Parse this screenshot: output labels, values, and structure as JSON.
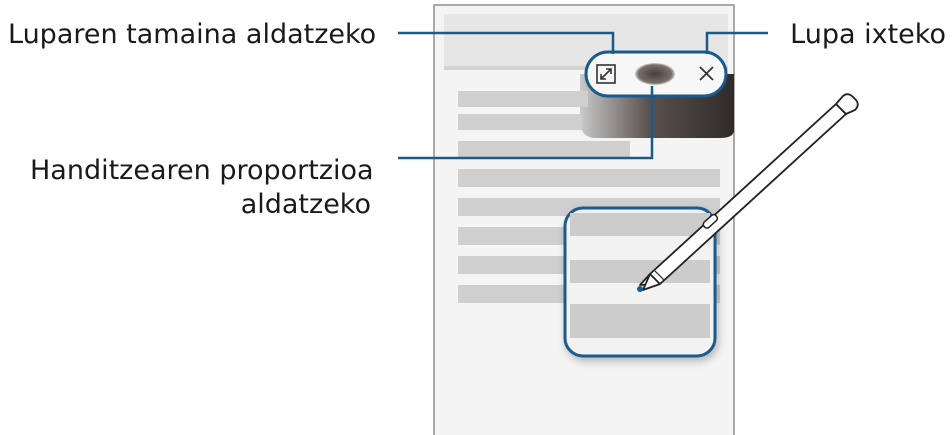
{
  "labels": {
    "resize": "Luparen tamaina aldatzeko",
    "close": "Lupa ixteko",
    "zoom_line1": "Handitzearen proportzioa",
    "zoom_line2": "aldatzeko"
  },
  "icons": {
    "resize": "expand-arrows-icon",
    "close": "close-icon",
    "pen": "s-pen-stylus-icon"
  },
  "colors": {
    "accent": "#1a5b8c",
    "line": "#1a5b8c",
    "content_bar": "#cfcfcf",
    "phone_frame": "#9a9a9a",
    "lens_dark": "#3e3a38"
  }
}
